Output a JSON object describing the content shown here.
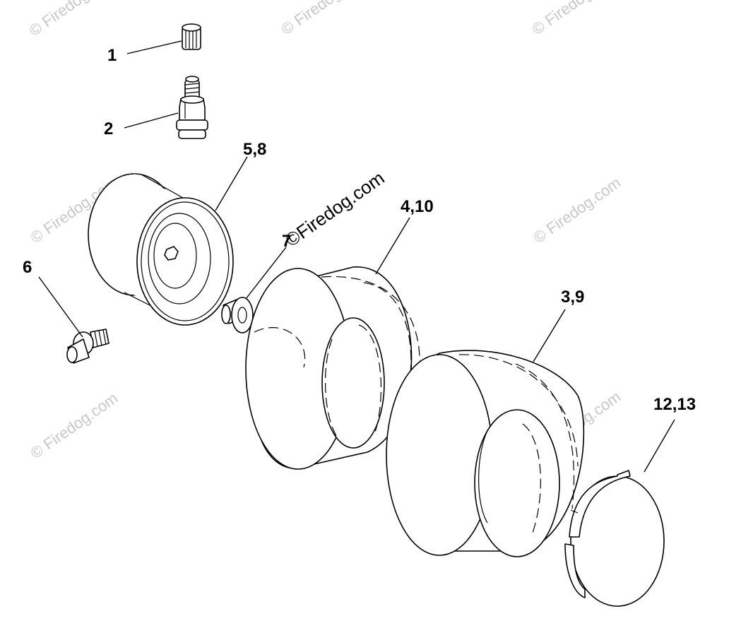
{
  "callouts": {
    "c1": "1",
    "c2": "2",
    "c3": "3,9",
    "c4": "4,10",
    "c5": "5,8",
    "c6": "6",
    "c7": "7",
    "c12": "12,13"
  },
  "watermark": {
    "text": "© Firedog.com",
    "center_text": "©Firedog.com"
  },
  "colors": {
    "line": "#000000",
    "background": "#ffffff",
    "watermark": "#c8c8c8"
  }
}
